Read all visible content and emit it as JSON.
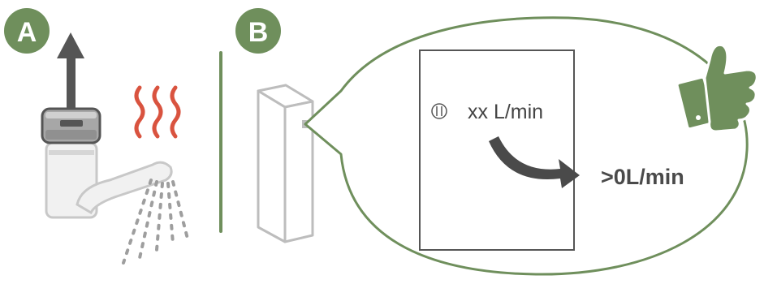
{
  "steps": {
    "a": "A",
    "b": "B"
  },
  "display": {
    "current_flow": "xx L/min",
    "target_flow": ">0L/min"
  },
  "colors": {
    "accent_green": "#6f8f5c",
    "heat_red": "#d9533f",
    "grey_line": "#bdbdbd",
    "dark_grey": "#555555"
  },
  "icons": [
    "arrow-up-icon",
    "faucet-icon",
    "heat-waves-icon",
    "water-spray-icon",
    "water-meter-icon",
    "flow-meter-icon",
    "curved-arrow-icon",
    "thumbs-up-icon"
  ]
}
